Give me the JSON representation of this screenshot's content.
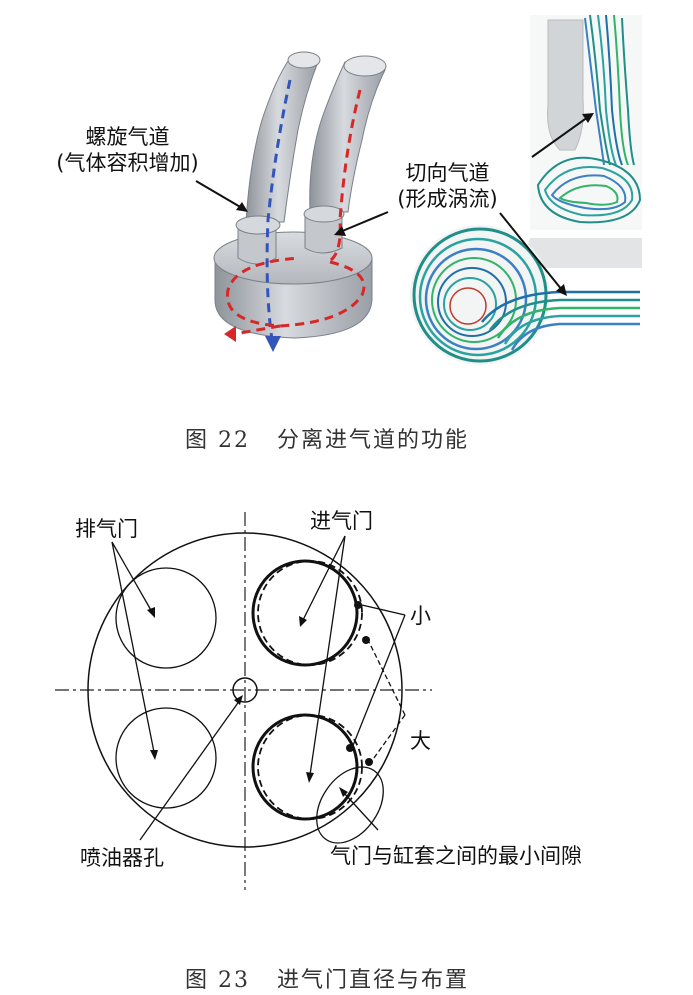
{
  "figure22": {
    "helical_label_line1": "螺旋气道",
    "helical_label_line2": "(气体容积增加)",
    "tangential_label_line1": "切向气道",
    "tangential_label_line2": "(形成涡流)",
    "caption": "图 22   分离进气道的功能"
  },
  "figure23": {
    "exhaust_label": "排气门",
    "intake_label": "进气门",
    "small_label": "小",
    "large_label": "大",
    "injector_label": "喷油器孔",
    "clearance_label": "气门与缸套之间的最小间隙",
    "caption": "图 23   进气门直径与布置"
  },
  "colors": {
    "port_metal": "#b8bcc2",
    "helical_arrow": "#3355bb",
    "swirl_arrow": "#d62828",
    "streamline": "#1f8f88"
  }
}
